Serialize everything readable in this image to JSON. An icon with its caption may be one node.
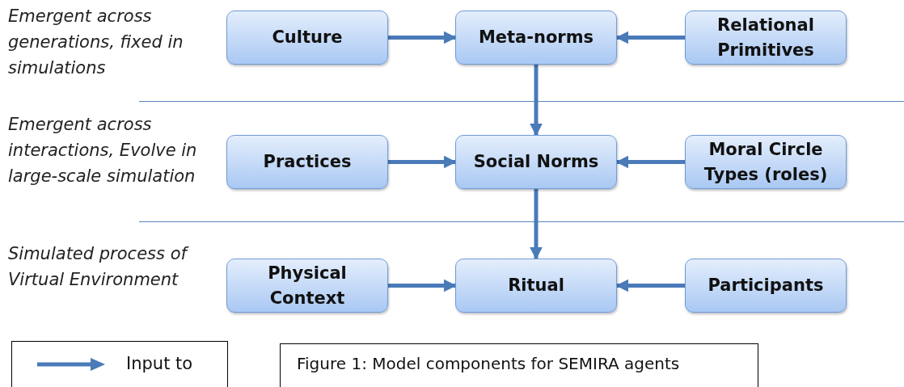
{
  "diagram": {
    "caption": "Figure 1: Model components for SEMIRA agents",
    "nodes": [
      {
        "text": [
          "Culture"
        ]
      },
      {
        "text": [
          "Meta-norms"
        ]
      },
      {
        "text": [
          "Relational Primitives"
        ]
      },
      {
        "text": [
          "Practices"
        ]
      },
      {
        "text": [
          "Social Norms"
        ]
      },
      {
        "text": [
          "Moral Circle Types (roles)"
        ]
      },
      {
        "text": [
          "Physical Context"
        ]
      },
      {
        "text": [
          "Ritual"
        ]
      },
      {
        "text": [
          "Participants"
        ]
      }
    ],
    "edges": [
      {
        "from": 0,
        "to": 1,
        "arrow": "to"
      },
      {
        "from": 2,
        "to": 1,
        "arrow": "to"
      },
      {
        "from": 1,
        "to": 4,
        "arrow": "to"
      },
      {
        "from": 3,
        "to": 4,
        "arrow": "to"
      },
      {
        "from": 5,
        "to": 4,
        "arrow": "to"
      },
      {
        "from": 4,
        "to": 7,
        "arrow": "to"
      },
      {
        "from": 6,
        "to": 7,
        "arrow": "to"
      },
      {
        "from": 8,
        "to": 7,
        "arrow": "to"
      }
    ],
    "labels": [
      "Emergent across generations, fixed in simulations",
      "Emergent across interactions, Evolve in large-scale simulation",
      "Simulated process of Virtual Environment"
    ],
    "legend": [
      {
        "text": "Input to"
      }
    ]
  }
}
